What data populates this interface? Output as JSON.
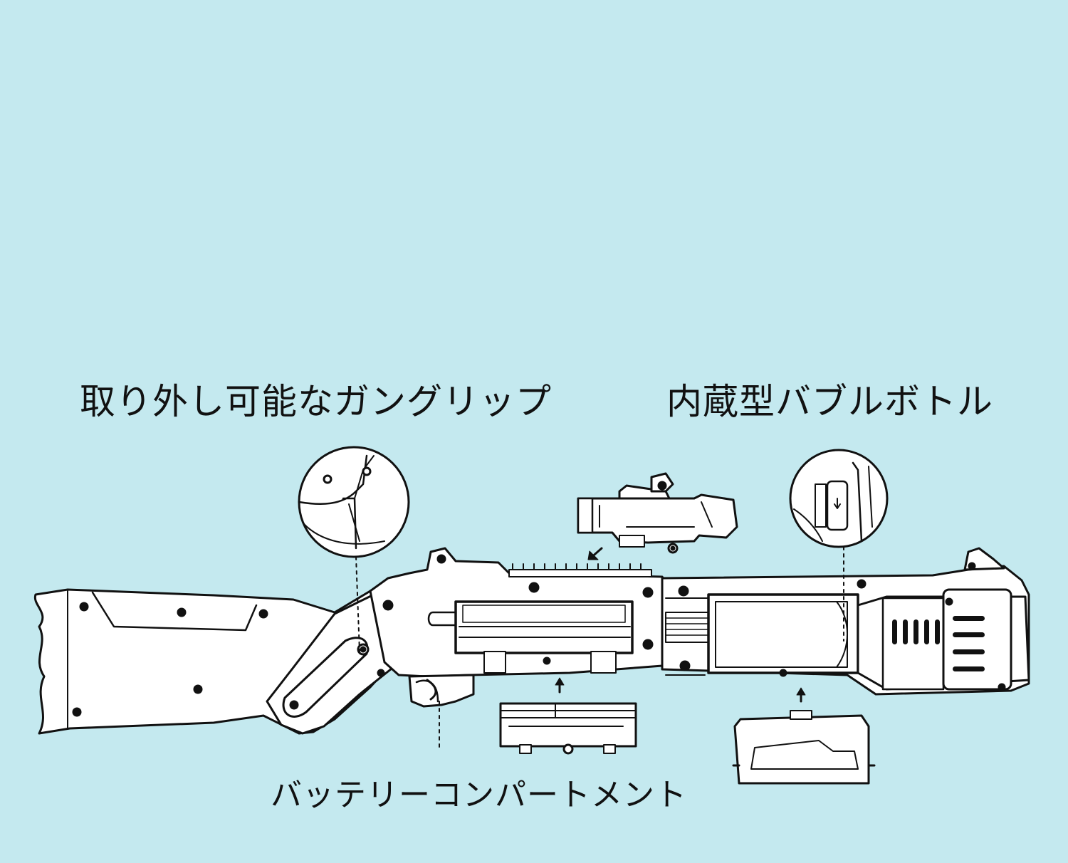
{
  "labels": {
    "removable_grip": "取り外し可能なガングリップ",
    "builtin_bubble_bottle": "内蔵型バブルボトル",
    "battery_compartment": "バッテリーコンパートメント"
  },
  "colors": {
    "background": "#c4e9ef",
    "line": "#111111",
    "fill": "#ffffff",
    "text": "#111111"
  },
  "icons": {
    "arrow_to_scope": "arrow-down-left-icon",
    "arrow_battery_cover": "arrow-up-icon",
    "arrow_bottle_cover": "arrow-up-icon"
  }
}
